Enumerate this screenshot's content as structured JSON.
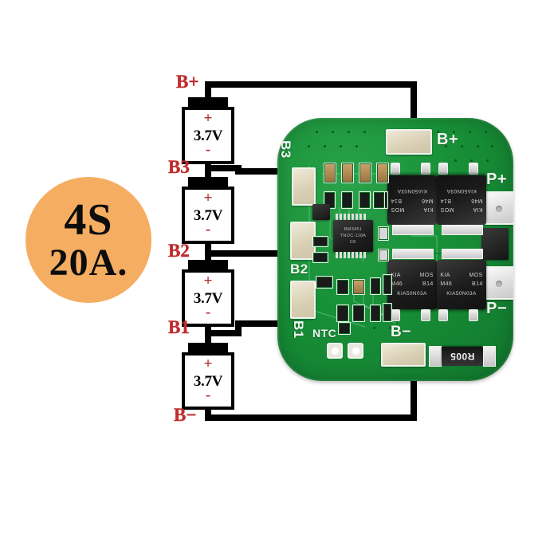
{
  "badge": {
    "line1": "4S",
    "line2": "20A."
  },
  "terminals": [
    {
      "name": "b-plus",
      "label": "B+"
    },
    {
      "name": "b3",
      "label": "B3"
    },
    {
      "name": "b2",
      "label": "B2"
    },
    {
      "name": "b1",
      "label": "B1"
    },
    {
      "name": "b-minus",
      "label": "B−"
    }
  ],
  "cells": [
    {
      "name": "cell-4",
      "voltage": "3.7V",
      "plus": "+",
      "minus": "-"
    },
    {
      "name": "cell-3",
      "voltage": "3.7V",
      "plus": "+",
      "minus": "-"
    },
    {
      "name": "cell-2",
      "voltage": "3.7V",
      "plus": "+",
      "minus": "-"
    },
    {
      "name": "cell-1",
      "voltage": "3.7V",
      "plus": "+",
      "minus": "-"
    }
  ],
  "pcb": {
    "silkscreen": {
      "b_plus": "B+",
      "b_minus": "B−",
      "p_plus": "P+",
      "p_minus": "P−",
      "b3": "B3",
      "b2": "B2",
      "b1": "B1",
      "ntc": "NTC"
    },
    "ic": {
      "line1": "BM3451",
      "line2": "TNOC-118A",
      "line3": "CK"
    },
    "mosfets": [
      {
        "name": "mosfet-top-left",
        "line1a": "KIA",
        "line1b": "MOS",
        "line2a": "M46",
        "line2b": "B14",
        "line3": "KIA50N03A"
      },
      {
        "name": "mosfet-top-right",
        "line1a": "KIA",
        "line1b": "MOS",
        "line2a": "M46",
        "line2b": "B14",
        "line3": "KIA50N03A"
      },
      {
        "name": "mosfet-bottom-left",
        "line1a": "KIA",
        "line1b": "MOS",
        "line2a": "M46",
        "line2b": "B14",
        "line3": "KIA50N03A"
      },
      {
        "name": "mosfet-bottom-right",
        "line1a": "KIA",
        "line1b": "MOS",
        "line2a": "M46",
        "line2b": "B14",
        "line3": "KIA50N03A"
      }
    ],
    "shunt_resistor": {
      "label": "R005"
    }
  },
  "colors": {
    "badge_bg": "#f5ad61",
    "label_red": "#c02d2d",
    "pcb_green": "#189038",
    "wire_black": "#000000",
    "pad_cream": "#ddd5bc",
    "silk_white": "#f2f6f2"
  }
}
